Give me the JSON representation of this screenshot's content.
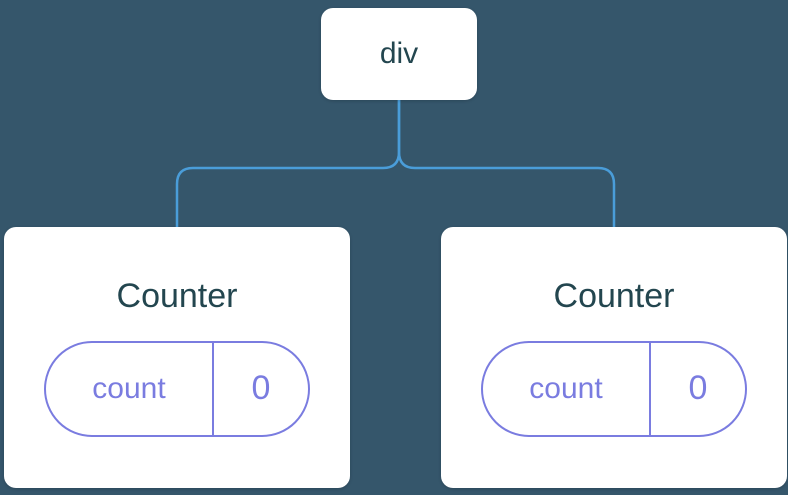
{
  "diagram": {
    "root": {
      "label": "div"
    },
    "children": [
      {
        "title": "Counter",
        "state": {
          "key": "count",
          "value": "0"
        }
      },
      {
        "title": "Counter",
        "state": {
          "key": "count",
          "value": "0"
        }
      }
    ],
    "colors": {
      "background": "#35566B",
      "connector": "#4A9DD9",
      "node_background": "#FFFFFF",
      "node_text": "#23464F",
      "state_accent": "#7A7CE0"
    }
  }
}
